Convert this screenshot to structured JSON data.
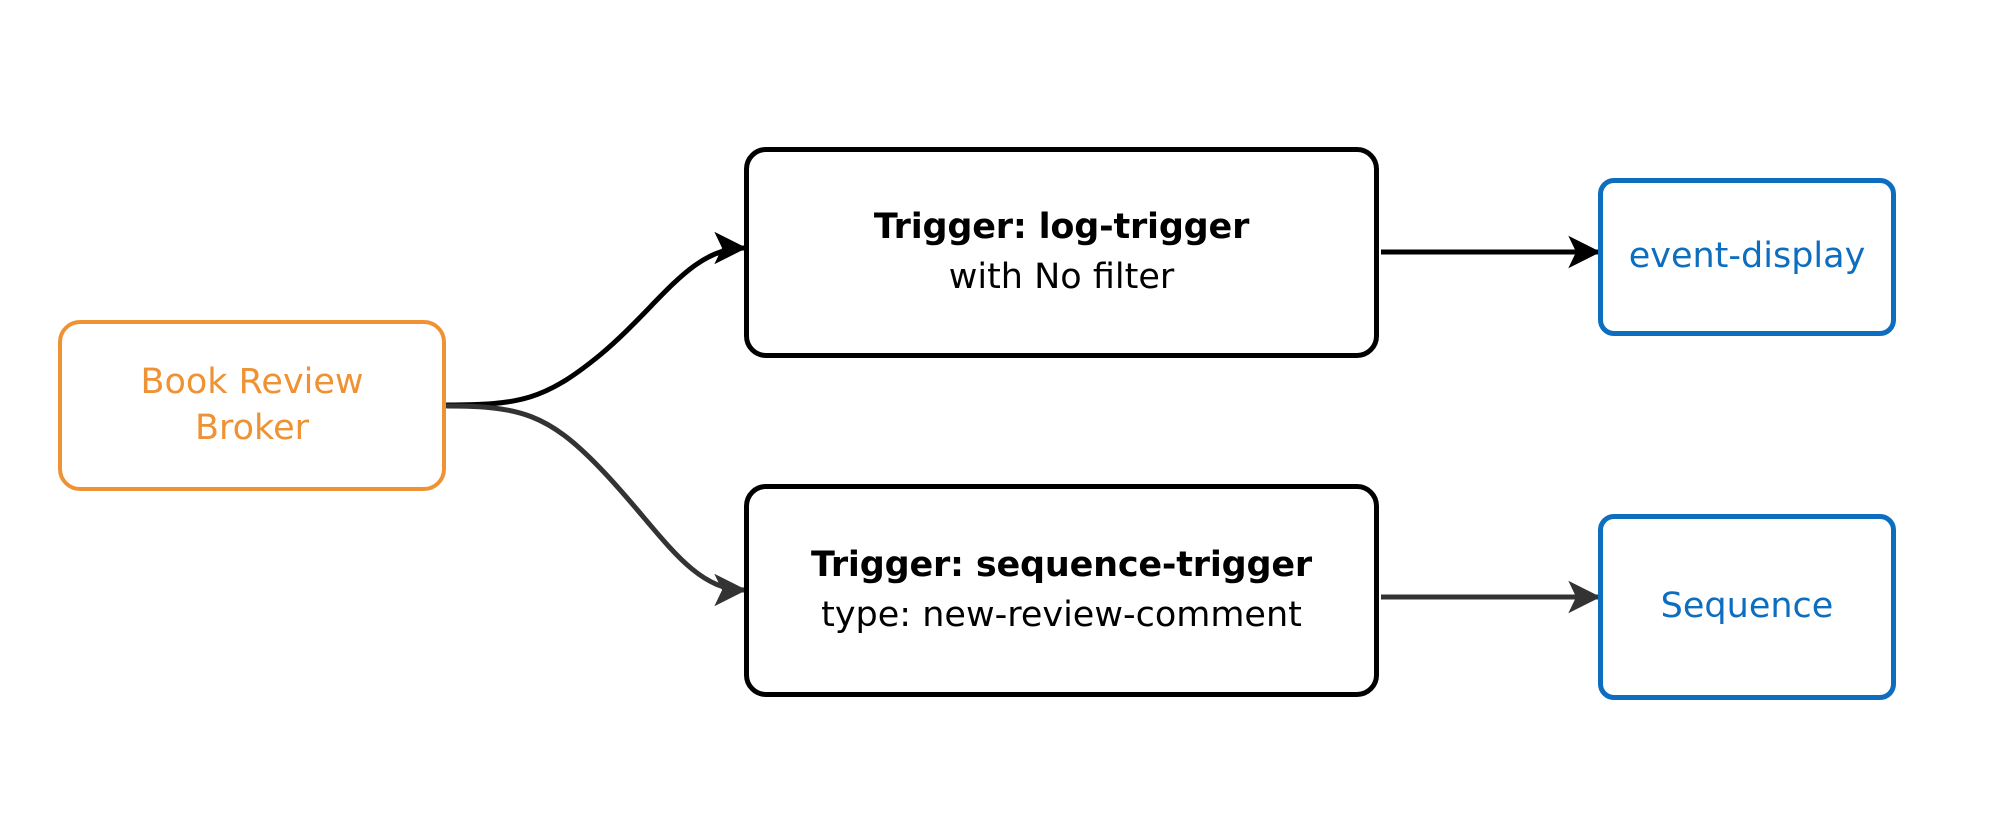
{
  "diagram": {
    "type": "flowchart",
    "direction": "left-to-right",
    "background_color": "#ffffff",
    "nodes": [
      {
        "id": "broker",
        "name": "book-review-broker",
        "lines": [
          "Book Review",
          "Broker"
        ],
        "shape": "rounded-rectangle",
        "border_color": "#ef9234",
        "text_color": "#ef9234",
        "fill_color": "#ffffff"
      },
      {
        "id": "trigger-log",
        "name": "log-trigger",
        "title": "Trigger: log-trigger",
        "subtitle": "with No filter",
        "shape": "rounded-rectangle",
        "border_color": "#000000",
        "text_color": "#000000",
        "fill_color": "#ffffff"
      },
      {
        "id": "trigger-sequence",
        "name": "sequence-trigger",
        "title": "Trigger: sequence-trigger",
        "subtitle": "type: new-review-comment",
        "shape": "rounded-rectangle",
        "border_color": "#000000",
        "text_color": "#000000",
        "fill_color": "#ffffff"
      },
      {
        "id": "target-event-display",
        "name": "event-display",
        "label": "event-display",
        "shape": "rounded-rectangle",
        "border_color": "#0d6ebf",
        "text_color": "#0d6ebf",
        "fill_color": "#ffffff"
      },
      {
        "id": "target-sequence",
        "name": "sequence",
        "label": "Sequence",
        "shape": "rounded-rectangle",
        "border_color": "#0d6ebf",
        "text_color": "#0d6ebf",
        "fill_color": "#ffffff"
      }
    ],
    "edges": [
      {
        "id": "edge-broker-to-log-trigger",
        "from": "broker",
        "to": "trigger-log",
        "style": "curved",
        "label": "",
        "color": "#000000",
        "arrowhead": "filled-triangle"
      },
      {
        "id": "edge-broker-to-sequence-trigger",
        "from": "broker",
        "to": "trigger-sequence",
        "style": "curved",
        "label": "",
        "color": "#333333",
        "arrowhead": "filled-triangle"
      },
      {
        "id": "edge-log-trigger-to-event-display",
        "from": "trigger-log",
        "to": "target-event-display",
        "style": "straight",
        "label": "",
        "color": "#000000",
        "arrowhead": "filled-triangle"
      },
      {
        "id": "edge-sequence-trigger-to-sequence",
        "from": "trigger-sequence",
        "to": "target-sequence",
        "style": "straight",
        "label": "",
        "color": "#333333",
        "arrowhead": "filled-triangle"
      }
    ]
  }
}
